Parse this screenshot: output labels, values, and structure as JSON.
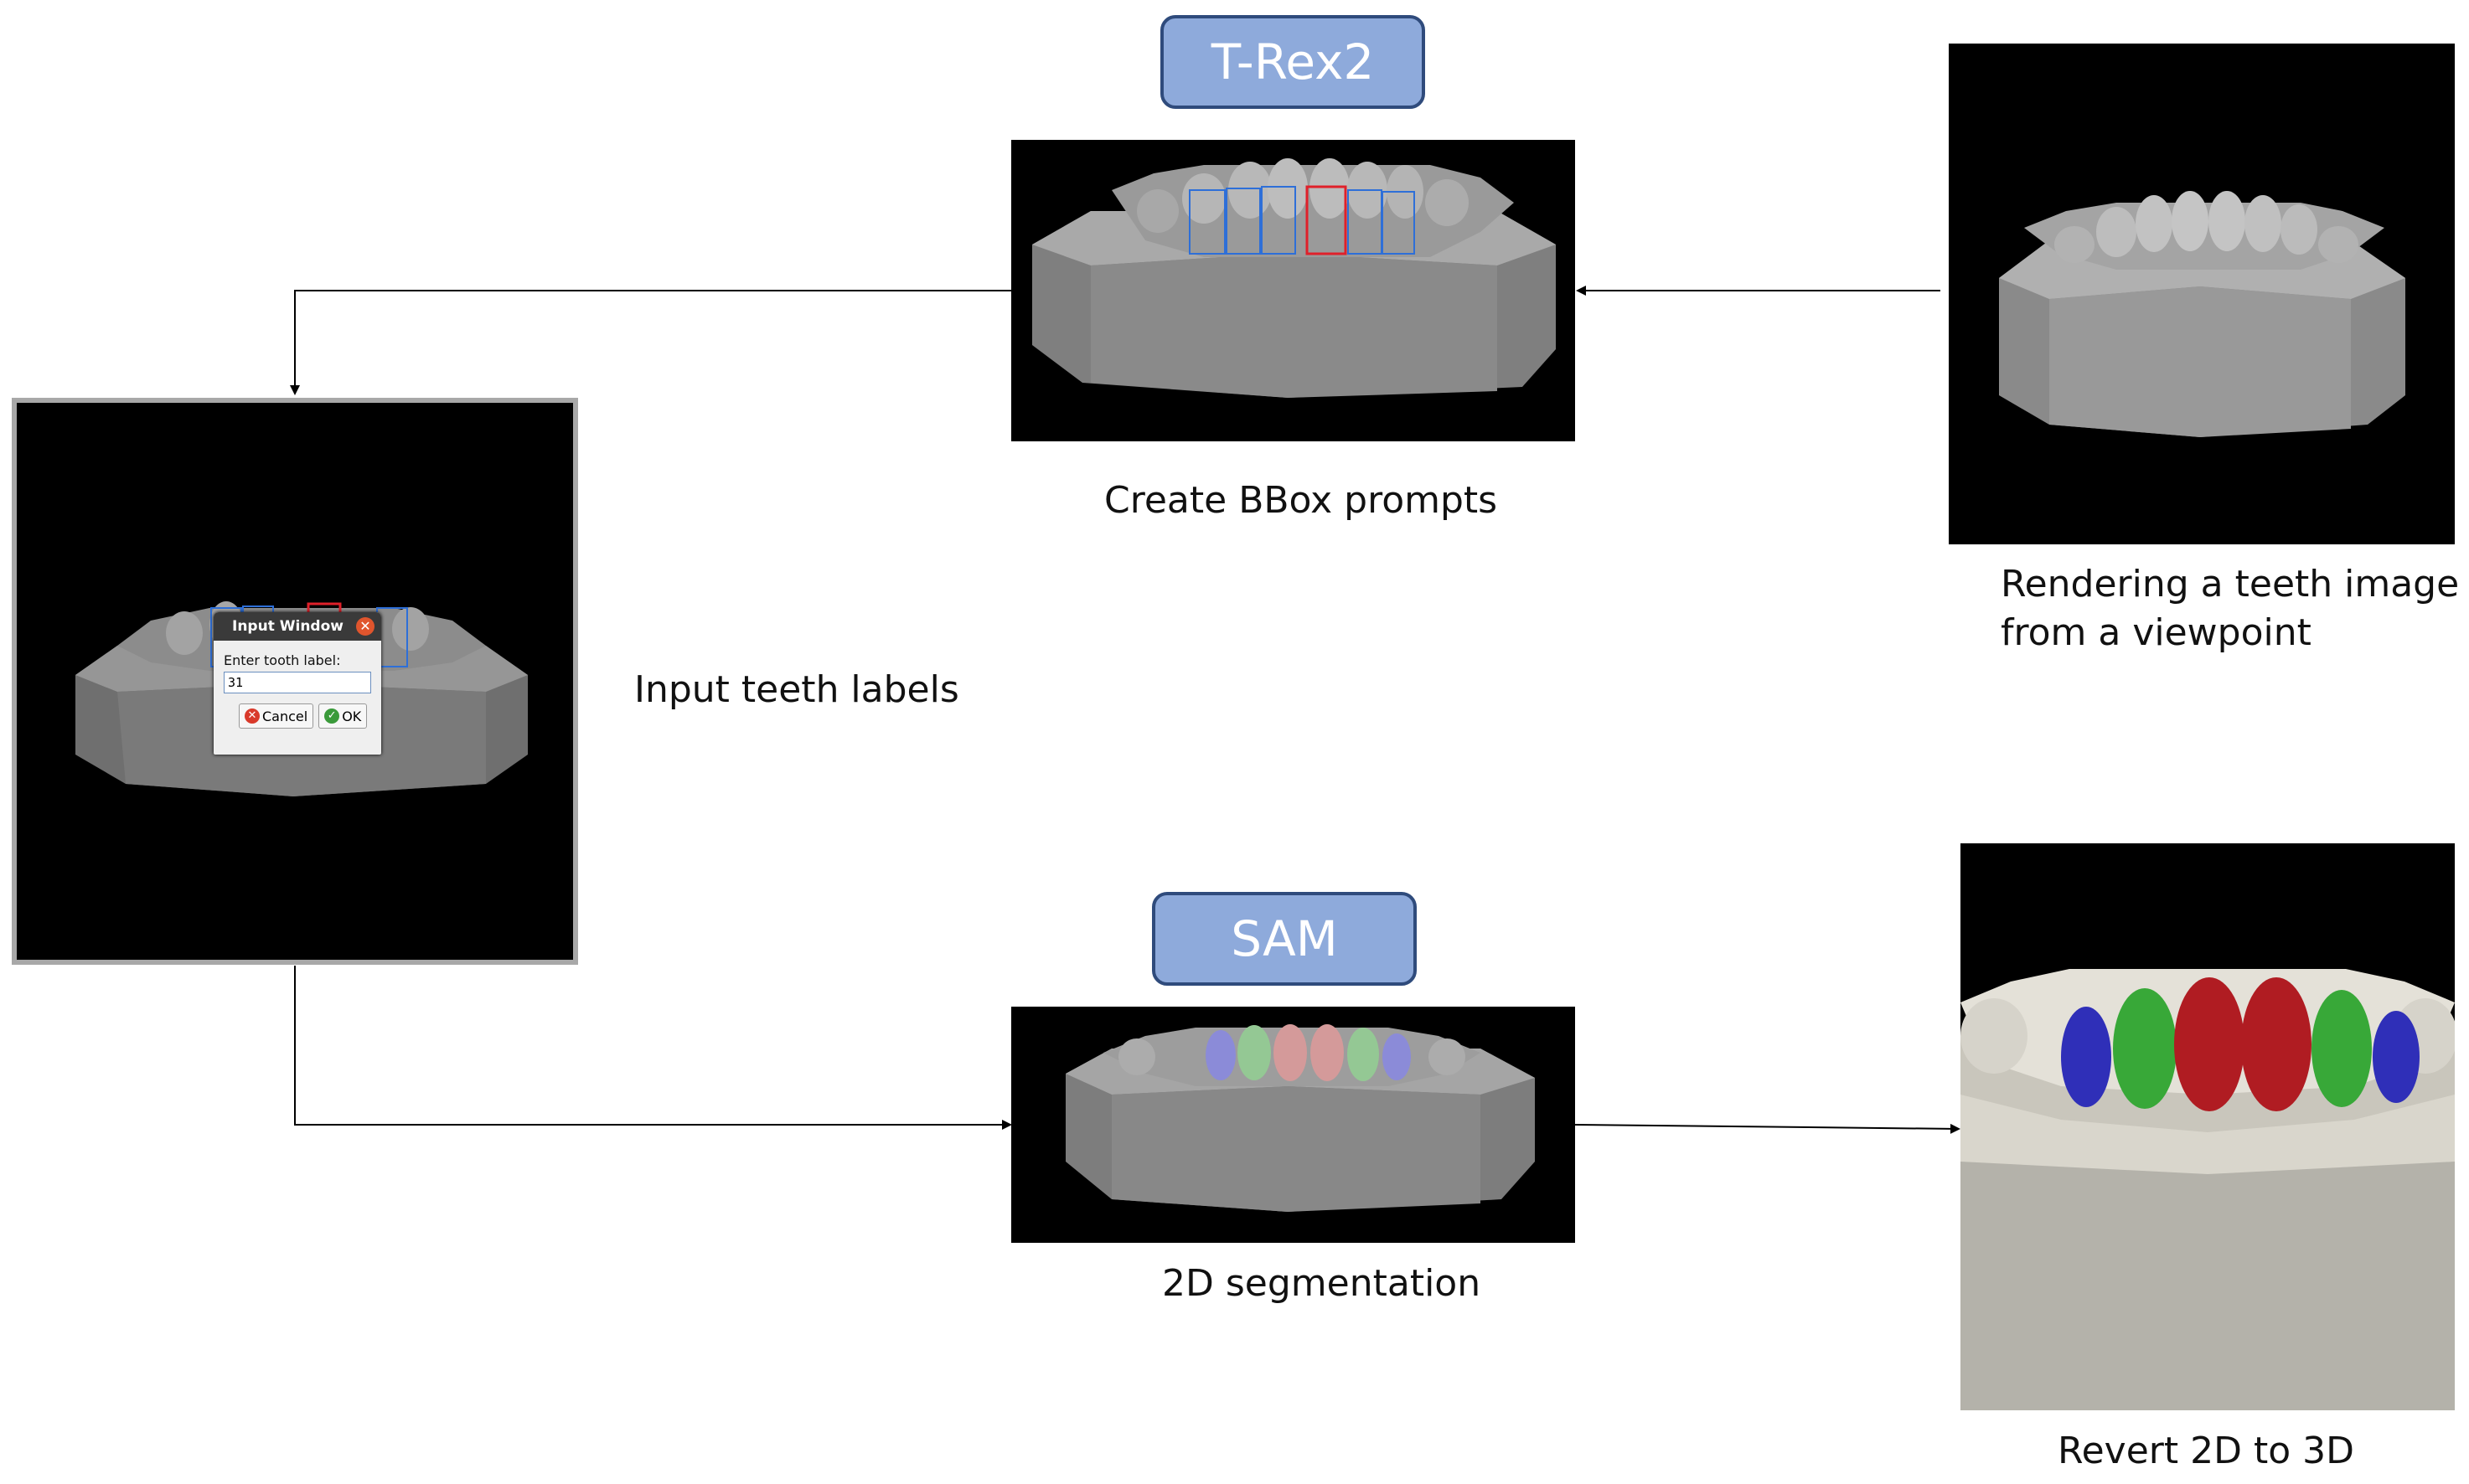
{
  "models": {
    "trex2": "T-Rex2",
    "sam": "SAM"
  },
  "captions": {
    "create_bbox": "Create BBox prompts",
    "rendering_line1": "Rendering a teeth image",
    "rendering_line2": "from a viewpoint",
    "input_labels": "Input teeth labels",
    "segmentation": "2D segmentation",
    "revert": "Revert 2D to 3D"
  },
  "dialog": {
    "title": "Input Window",
    "label": "Enter tooth label:",
    "value": "31",
    "cancel": "Cancel",
    "ok": "OK"
  },
  "colors": {
    "model_box_fill": "#8eaadb",
    "model_box_border": "#2f4b7c",
    "bbox_blue": "#2e6fd8",
    "bbox_red": "#e0202a",
    "seg_blue": "#2f2fb8",
    "seg_green": "#38a838",
    "seg_red": "#b01c22"
  },
  "icons": {
    "close": "close-icon",
    "cancel": "cancel-icon",
    "ok": "check-icon",
    "arrow": "arrow-icon"
  }
}
